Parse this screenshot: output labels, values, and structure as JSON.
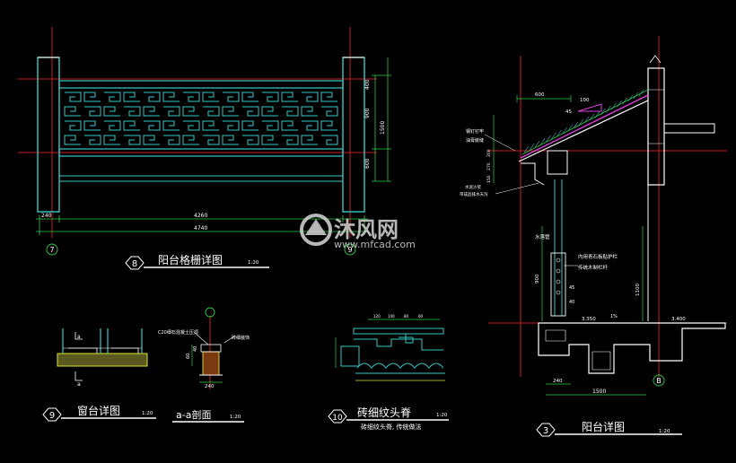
{
  "colors": {
    "background": "#000000",
    "line_white": "#ffffff",
    "dim_green": "#2ecc40",
    "axis_red": "#c81e1e",
    "wall_cyan": "#35c8c8",
    "roof_magenta": "#e040e0",
    "soil_yellow": "#e0e030"
  },
  "drawing1": {
    "number": "8",
    "title": "阳台格栅详图",
    "scale": "1:20",
    "dim_overall": "4740",
    "dim_inner": "4260",
    "dim_side": "240",
    "dim_900": "900",
    "dim_1500": "1500",
    "dim_600": "600",
    "dim_400": "400",
    "axis_left": "7",
    "axis_right": "9"
  },
  "drawing2": {
    "number": "9",
    "title": "窗台详图",
    "scale": "1:20",
    "section_mark": "a"
  },
  "drawing3": {
    "title": "a-a剖面",
    "scale": "1:20",
    "dim_240": "240",
    "dim_40": "40",
    "dim_60": "60",
    "note_top": "C20细石混凝土压顶",
    "note_side": "砖细装饰"
  },
  "drawing4": {
    "number": "10",
    "title": "砖细纹头脊",
    "scale": "1:20",
    "subtitle": "砖细纹头脊, 传统做法",
    "dims_top": [
      "120",
      "140",
      "80",
      "60"
    ]
  },
  "drawing5": {
    "number": "3",
    "title": "阳台详图",
    "scale": "1:20",
    "dim_600": "600",
    "slope": "100",
    "slope_45": "45",
    "note_roof1": "钢钉钉牢",
    "note_roof2": "油膏嵌缝",
    "note_gutter1": "水泥沙浆",
    "note_gutter2": "带成品排水天沟",
    "note_downpipe": "水落管",
    "note_rail1": "内用青石板贴护栏",
    "note_rail2": "传统木制栏杆",
    "dim_900": "900",
    "dim_1100": "1100",
    "dim_45": "45",
    "dim_40": "40",
    "level_1": "3.350",
    "level_2": "3.400",
    "pct": "1%",
    "dim_240": "240",
    "dim_1500": "1500",
    "axis": "B",
    "dims_left": [
      "200",
      "270",
      "150"
    ]
  },
  "watermark": {
    "brand": "沐风网",
    "url": "www.mfcad.com"
  }
}
